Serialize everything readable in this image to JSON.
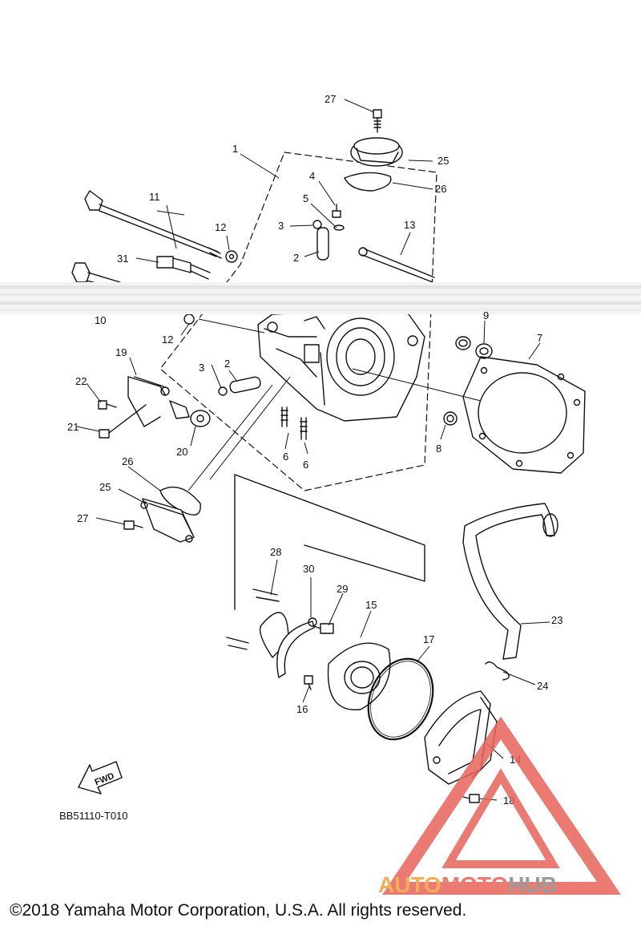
{
  "callouts": {
    "c1": "1",
    "c2a": "2",
    "c2b": "2",
    "c3a": "3",
    "c3b": "3",
    "c4": "4",
    "c5": "5",
    "c6a": "6",
    "c6b": "6",
    "c7": "7",
    "c8": "8",
    "c9": "9",
    "c10": "10",
    "c11": "11",
    "c12a": "12",
    "c12b": "12",
    "c13": "13",
    "c14": "14",
    "c15": "15",
    "c16": "16",
    "c17": "17",
    "c18": "18",
    "c19": "19",
    "c20": "20",
    "c21": "21",
    "c22": "22",
    "c23": "23",
    "c24": "24",
    "c25a": "25",
    "c25b": "25",
    "c26a": "26",
    "c26b": "26",
    "c27a": "27",
    "c27b": "27",
    "c28": "28",
    "c29": "29",
    "c30": "30",
    "c31": "31"
  },
  "fwd_label": "FWD",
  "diagram_code": "BB51110-T010",
  "watermark": {
    "part1": "AUTO",
    "part2": "MOTO",
    "part3": "HUB"
  },
  "copyright": "©2018 Yamaha Motor Corporation, U.S.A. All rights reserved.",
  "colors": {
    "watermark_red": "#e8645a",
    "watermark_orange": "#f2a03a",
    "watermark_gray": "#8a8a8a"
  }
}
